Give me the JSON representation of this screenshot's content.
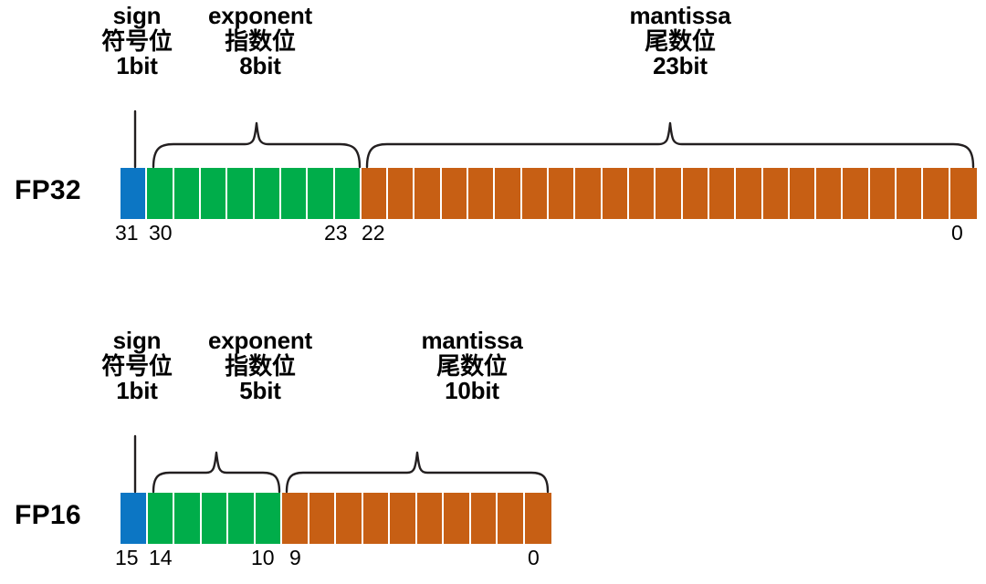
{
  "diagram": {
    "title_present": false,
    "colors": {
      "sign": "#0c76c4",
      "exponent": "#00ad4a",
      "mantissa": "#c75f14",
      "stroke": "#231f20",
      "background": "#ffffff"
    }
  },
  "formats": [
    {
      "name": "FP32",
      "total_bits": 32,
      "fields": [
        {
          "key": "sign",
          "label_en": "sign",
          "label_cn": "符号位",
          "bits_label": "1bit",
          "bits": 1,
          "color": "#0c76c4",
          "marker": "line"
        },
        {
          "key": "exponent",
          "label_en": "exponent",
          "label_cn": "指数位",
          "bits_label": "8bit",
          "bits": 8,
          "color": "#00ad4a",
          "marker": "brace"
        },
        {
          "key": "mantissa",
          "label_en": "mantissa",
          "label_cn": "尾数位",
          "bits_label": "23bit",
          "bits": 23,
          "color": "#c75f14",
          "marker": "brace"
        }
      ],
      "bit_numbers": [
        "31",
        "30",
        "23",
        "22",
        "0"
      ]
    },
    {
      "name": "FP16",
      "total_bits": 16,
      "fields": [
        {
          "key": "sign",
          "label_en": "sign",
          "label_cn": "符号位",
          "bits_label": "1bit",
          "bits": 1,
          "color": "#0c76c4",
          "marker": "line"
        },
        {
          "key": "exponent",
          "label_en": "exponent",
          "label_cn": "指数位",
          "bits_label": "5bit",
          "bits": 5,
          "color": "#00ad4a",
          "marker": "brace"
        },
        {
          "key": "mantissa",
          "label_en": "mantissa",
          "label_cn": "尾数位",
          "bits_label": "10bit",
          "bits": 10,
          "color": "#c75f14",
          "marker": "brace"
        }
      ],
      "bit_numbers": [
        "15",
        "14",
        "10",
        "9",
        "0"
      ]
    }
  ]
}
